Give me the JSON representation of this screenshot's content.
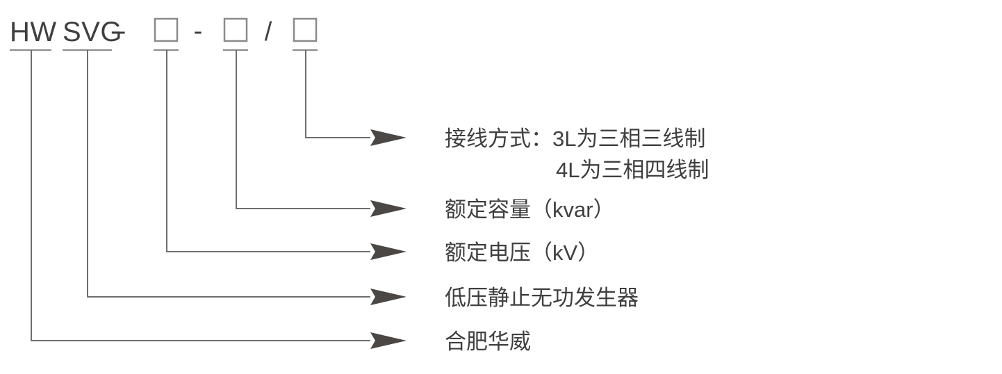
{
  "diagram": {
    "title": "HW SVG model designation",
    "colors": {
      "text": "#3f3f3f",
      "line": "#6e6e6e",
      "rule": "#8a8a8a",
      "arrow": "#4a4744",
      "background": "#ffffff"
    },
    "model_string": {
      "tokens": [
        {
          "id": "brand",
          "text": "HW",
          "kind": "text"
        },
        {
          "id": "series",
          "text": "SVG",
          "kind": "text"
        },
        {
          "id": "sep1",
          "text": "-",
          "kind": "separator"
        },
        {
          "id": "voltage",
          "text": "□",
          "kind": "box"
        },
        {
          "id": "sep2",
          "text": "-",
          "kind": "separator"
        },
        {
          "id": "capacity",
          "text": "□",
          "kind": "box"
        },
        {
          "id": "sep3",
          "text": "/",
          "kind": "separator"
        },
        {
          "id": "wiring",
          "text": "□",
          "kind": "box"
        }
      ]
    },
    "callouts": [
      {
        "id": "wiring-mode",
        "source_token": "wiring",
        "lines": [
          "接线方式：3L为三相三线制",
          "4L为三相四线制"
        ]
      },
      {
        "id": "rated-capacity",
        "source_token": "capacity",
        "lines": [
          "额定容量（kvar）"
        ]
      },
      {
        "id": "rated-voltage",
        "source_token": "voltage",
        "lines": [
          "额定电压（kV）"
        ]
      },
      {
        "id": "product-type",
        "source_token": "series",
        "lines": [
          "低压静止无功发生器"
        ]
      },
      {
        "id": "manufacturer",
        "source_token": "brand",
        "lines": [
          "合肥华威"
        ]
      }
    ]
  }
}
